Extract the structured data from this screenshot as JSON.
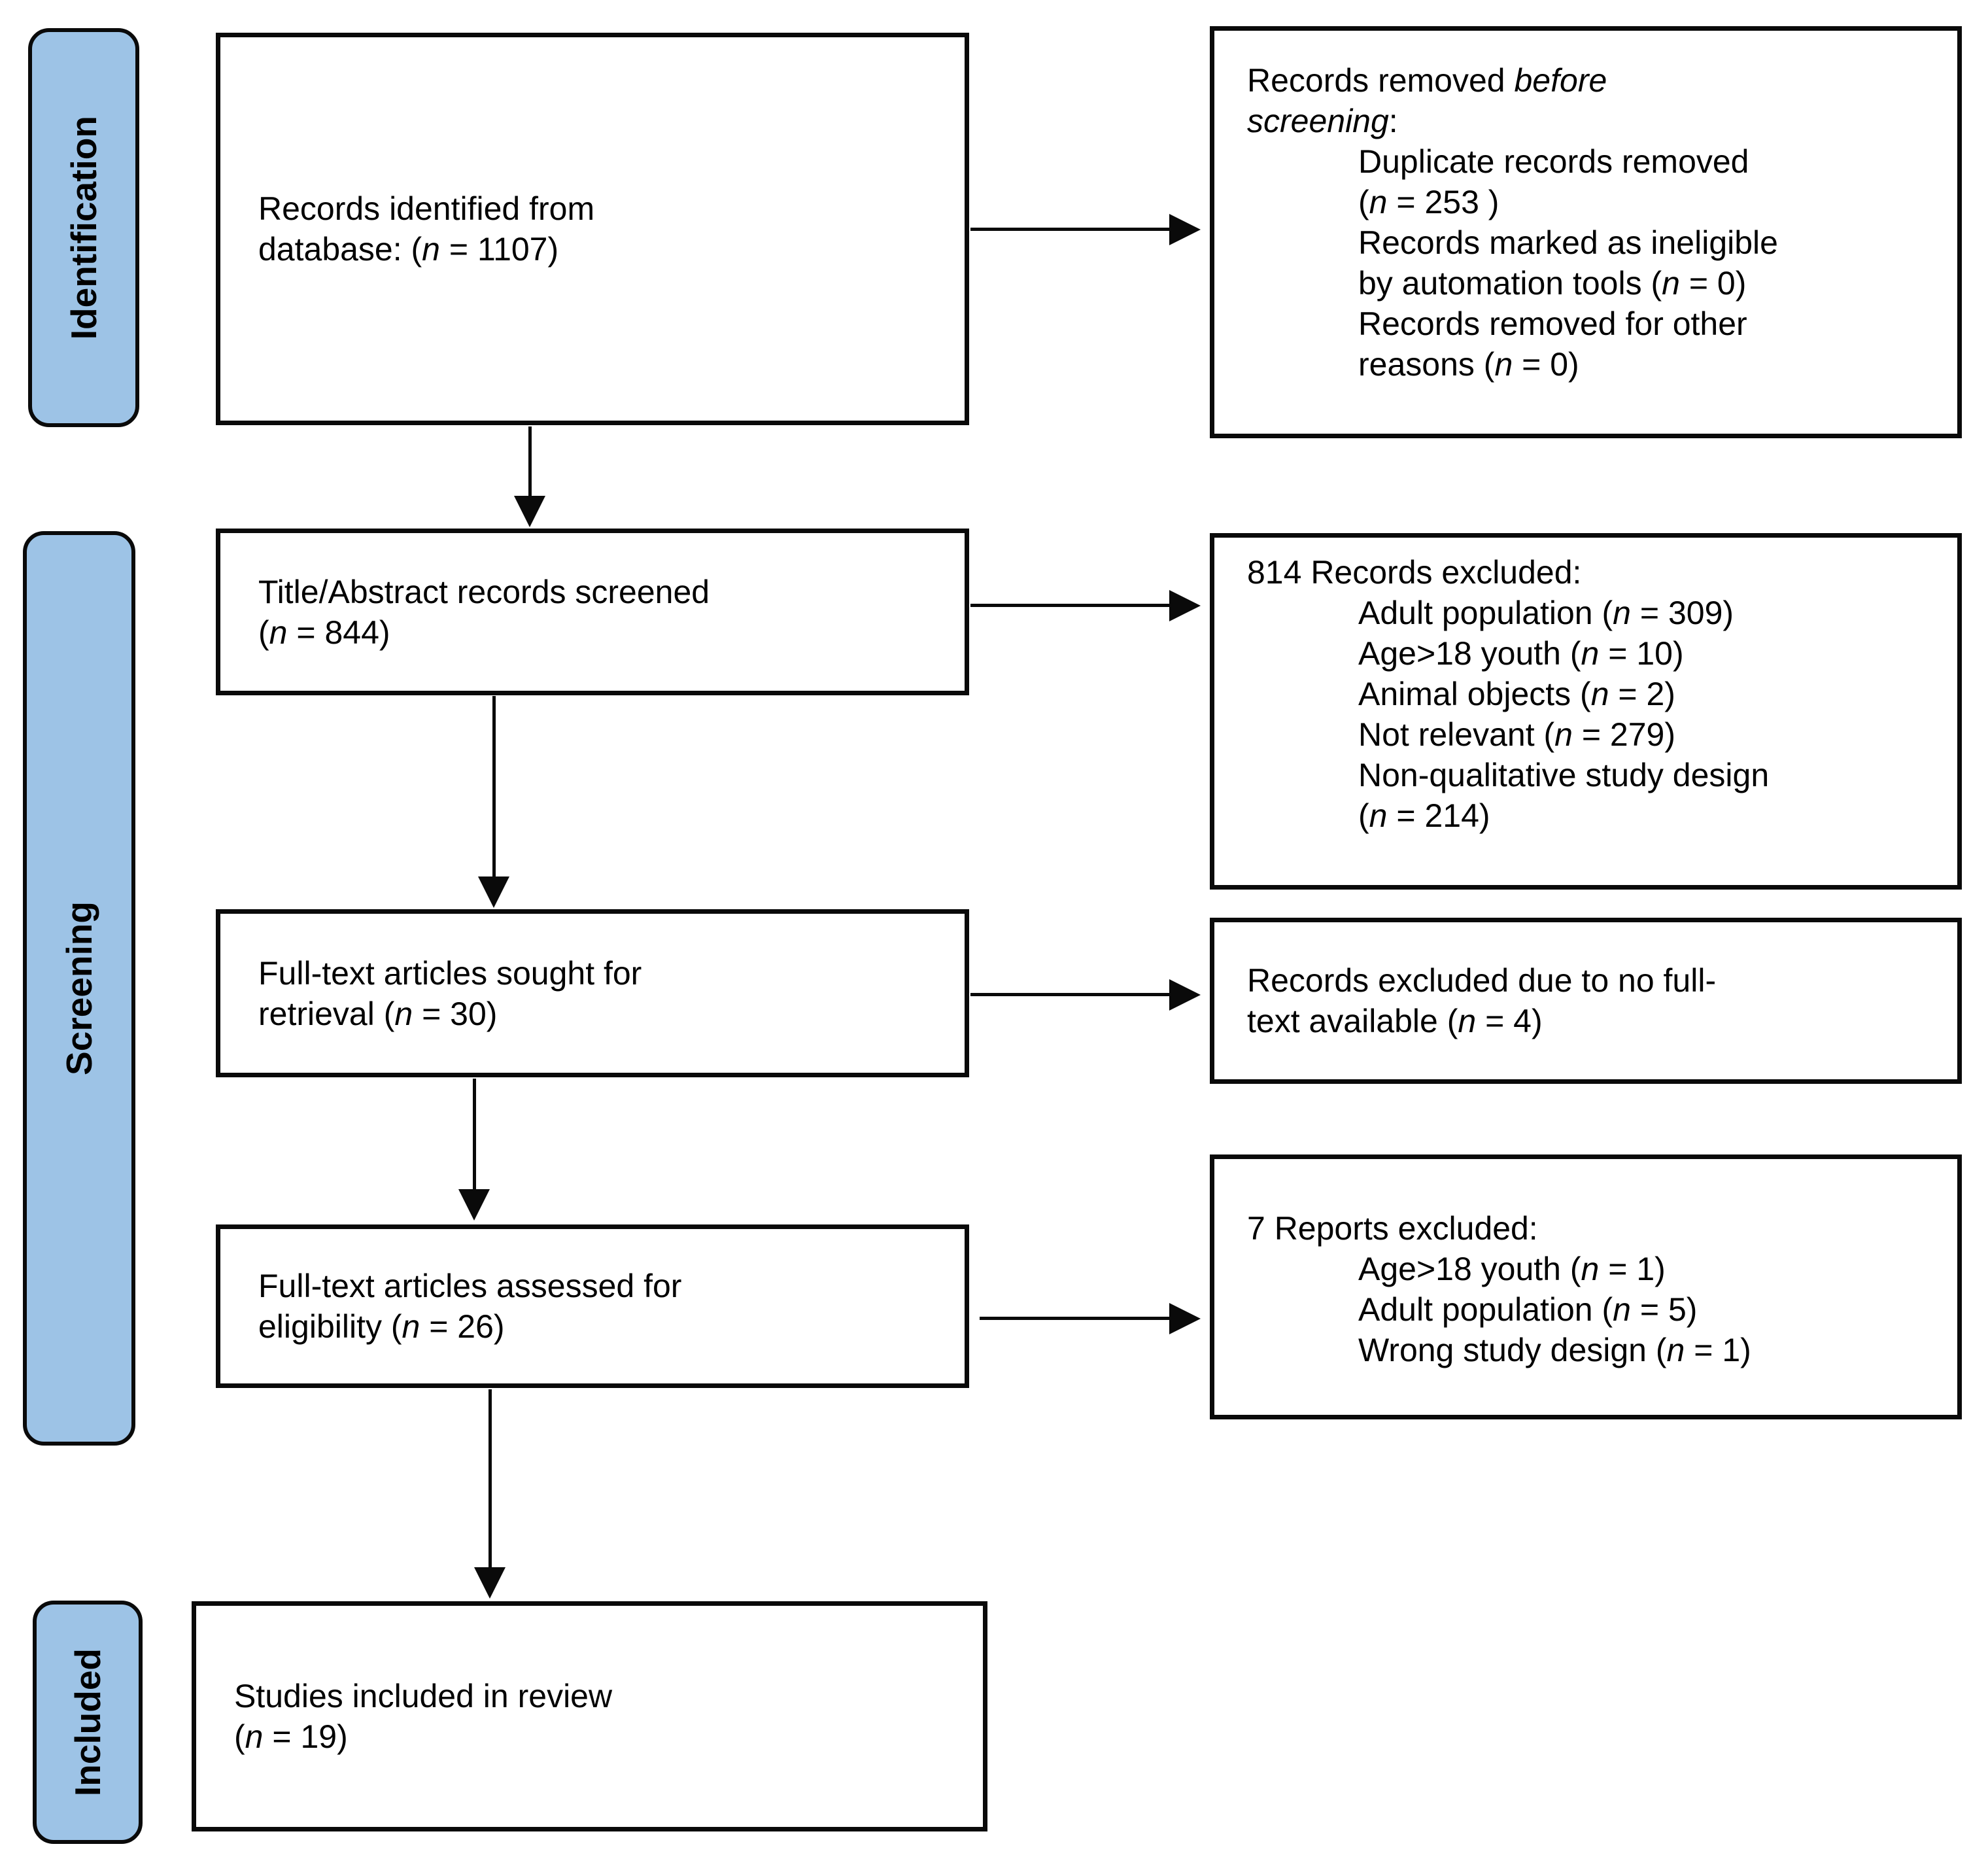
{
  "diagram": {
    "stages": [
      {
        "label": "Identification"
      },
      {
        "label": "Screening"
      },
      {
        "label": "Included"
      }
    ],
    "main_flow": [
      {
        "text": "Records identified from\ndatabase: (n = 1107)"
      },
      {
        "text": "Title/Abstract records screened\n(n = 844)"
      },
      {
        "text": "Full-text articles sought for\nretrieval (n = 30)"
      },
      {
        "text": "Full-text articles assessed for\neligibility (n = 26)"
      },
      {
        "text": "Studies included in review\n(n = 19)"
      }
    ],
    "exclusion_boxes": [
      {
        "heading_prefix": "Records removed ",
        "heading_italic": "before\nscreening",
        "heading_suffix": ":",
        "items": [
          "Duplicate records removed\n(n = 253 )",
          "Records marked as ineligible\nby automation tools (n = 0)",
          "Records removed for other\nreasons (n = 0)"
        ]
      },
      {
        "heading": "814 Records excluded:",
        "items": [
          "Adult population (n = 309)",
          "Age>18 youth (n = 10)",
          "Animal objects (n = 2)",
          "Not relevant (n = 279)",
          "Non-qualitative study design\n(n = 214)"
        ]
      },
      {
        "text": "Records excluded due to no full-\ntext available (n = 4)"
      },
      {
        "heading": "7 Reports excluded:",
        "items": [
          "Age>18 youth (n = 1)",
          "Adult population (n = 5)",
          "Wrong study design (n = 1)"
        ]
      }
    ],
    "colors": {
      "stage_fill": "#9dc3e6",
      "border": "#0a0a0a",
      "background": "#ffffff",
      "text": "#000000"
    }
  }
}
